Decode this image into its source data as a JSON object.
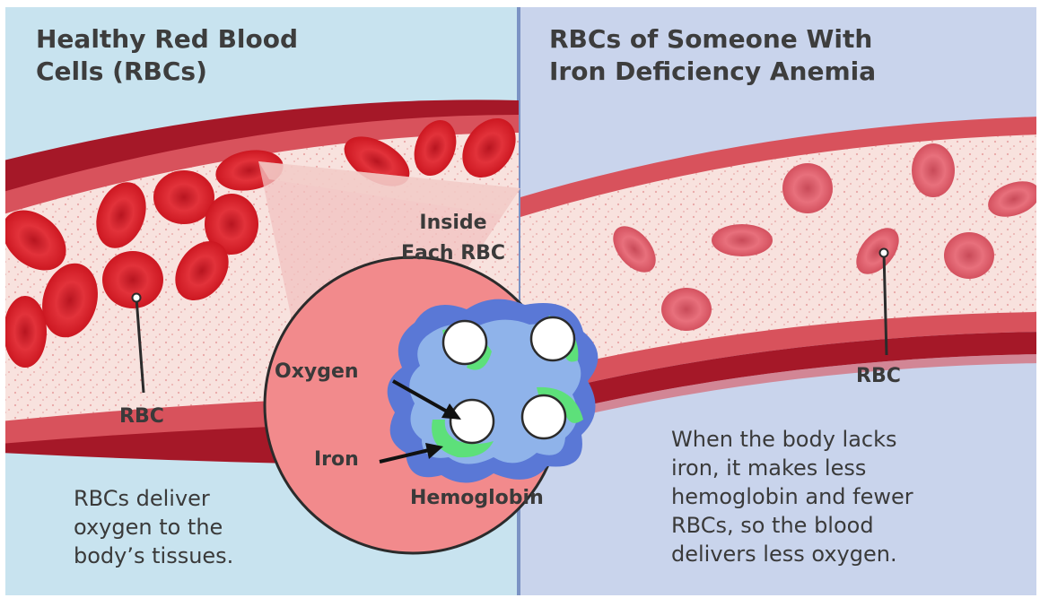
{
  "left_panel": {
    "title_lines": [
      "Healthy Red Blood",
      "Cells (RBCs)"
    ],
    "rbc_label": "RBC",
    "caption_lines": [
      "RBCs deliver",
      "oxygen to the",
      "body’s tissues."
    ]
  },
  "right_panel": {
    "title_lines": [
      "RBCs of Someone With",
      "Iron Deficiency Anemia"
    ],
    "rbc_label": "RBC",
    "caption_lines": [
      "When the body lacks",
      "iron, it makes less",
      "hemoglobin and fewer",
      "RBCs, so the blood",
      "delivers less oxygen."
    ]
  },
  "inset": {
    "title_lines": [
      "Inside",
      "Each RBC"
    ],
    "oxygen_label": "Oxygen",
    "iron_label": "Iron",
    "hemoglobin_label": "Hemoglobin"
  },
  "colors": {
    "left_background": "#c8e3ef",
    "right_background": "#c9d4ec",
    "vessel_wall": "#d8525c",
    "vessel_outer_dark": "#a51828",
    "plasma": "#f7e0dc",
    "rbc": "#d9252e",
    "inset_circle": "#f28a8c",
    "hemoglobin": "#5a78d6",
    "iron": "#5de07a",
    "oxygen": "#ffffff"
  }
}
